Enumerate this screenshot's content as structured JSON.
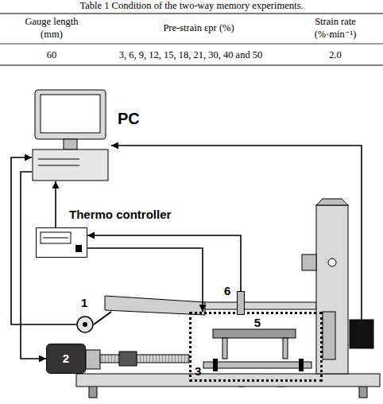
{
  "diagram": {
    "nodes": [
      {
        "text": [
          "PC"
        ]
      },
      {
        "text": [
          "Thermo controller"
        ]
      },
      {
        "text": [
          "1"
        ]
      },
      {
        "text": [
          "2"
        ]
      },
      {
        "text": [
          "3"
        ]
      },
      {
        "text": [
          "5"
        ],
        "in": 4
      },
      {
        "text": [
          "6"
        ]
      }
    ],
    "edges": [
      {
        "from": 2,
        "to": 0,
        "arrow": "to"
      },
      {
        "from": 0,
        "to": 3,
        "arrow": "to"
      },
      {
        "from": 1,
        "to": 0,
        "arrow": "to"
      },
      {
        "from": 6,
        "to": 1,
        "arrow": "to"
      },
      {
        "from": 1,
        "to": 4,
        "arrow": "to"
      }
    ],
    "labels": [
      "Table 1   Condition of the two-way memory experiments.",
      "Gauge length (mm)",
      "Pre-strain εpr (%)",
      "Strain rate (%·min⁻¹)",
      "60",
      "3, 6, 9, 12, 15, 18, 21, 30, 40 and 50",
      "2.0"
    ]
  }
}
